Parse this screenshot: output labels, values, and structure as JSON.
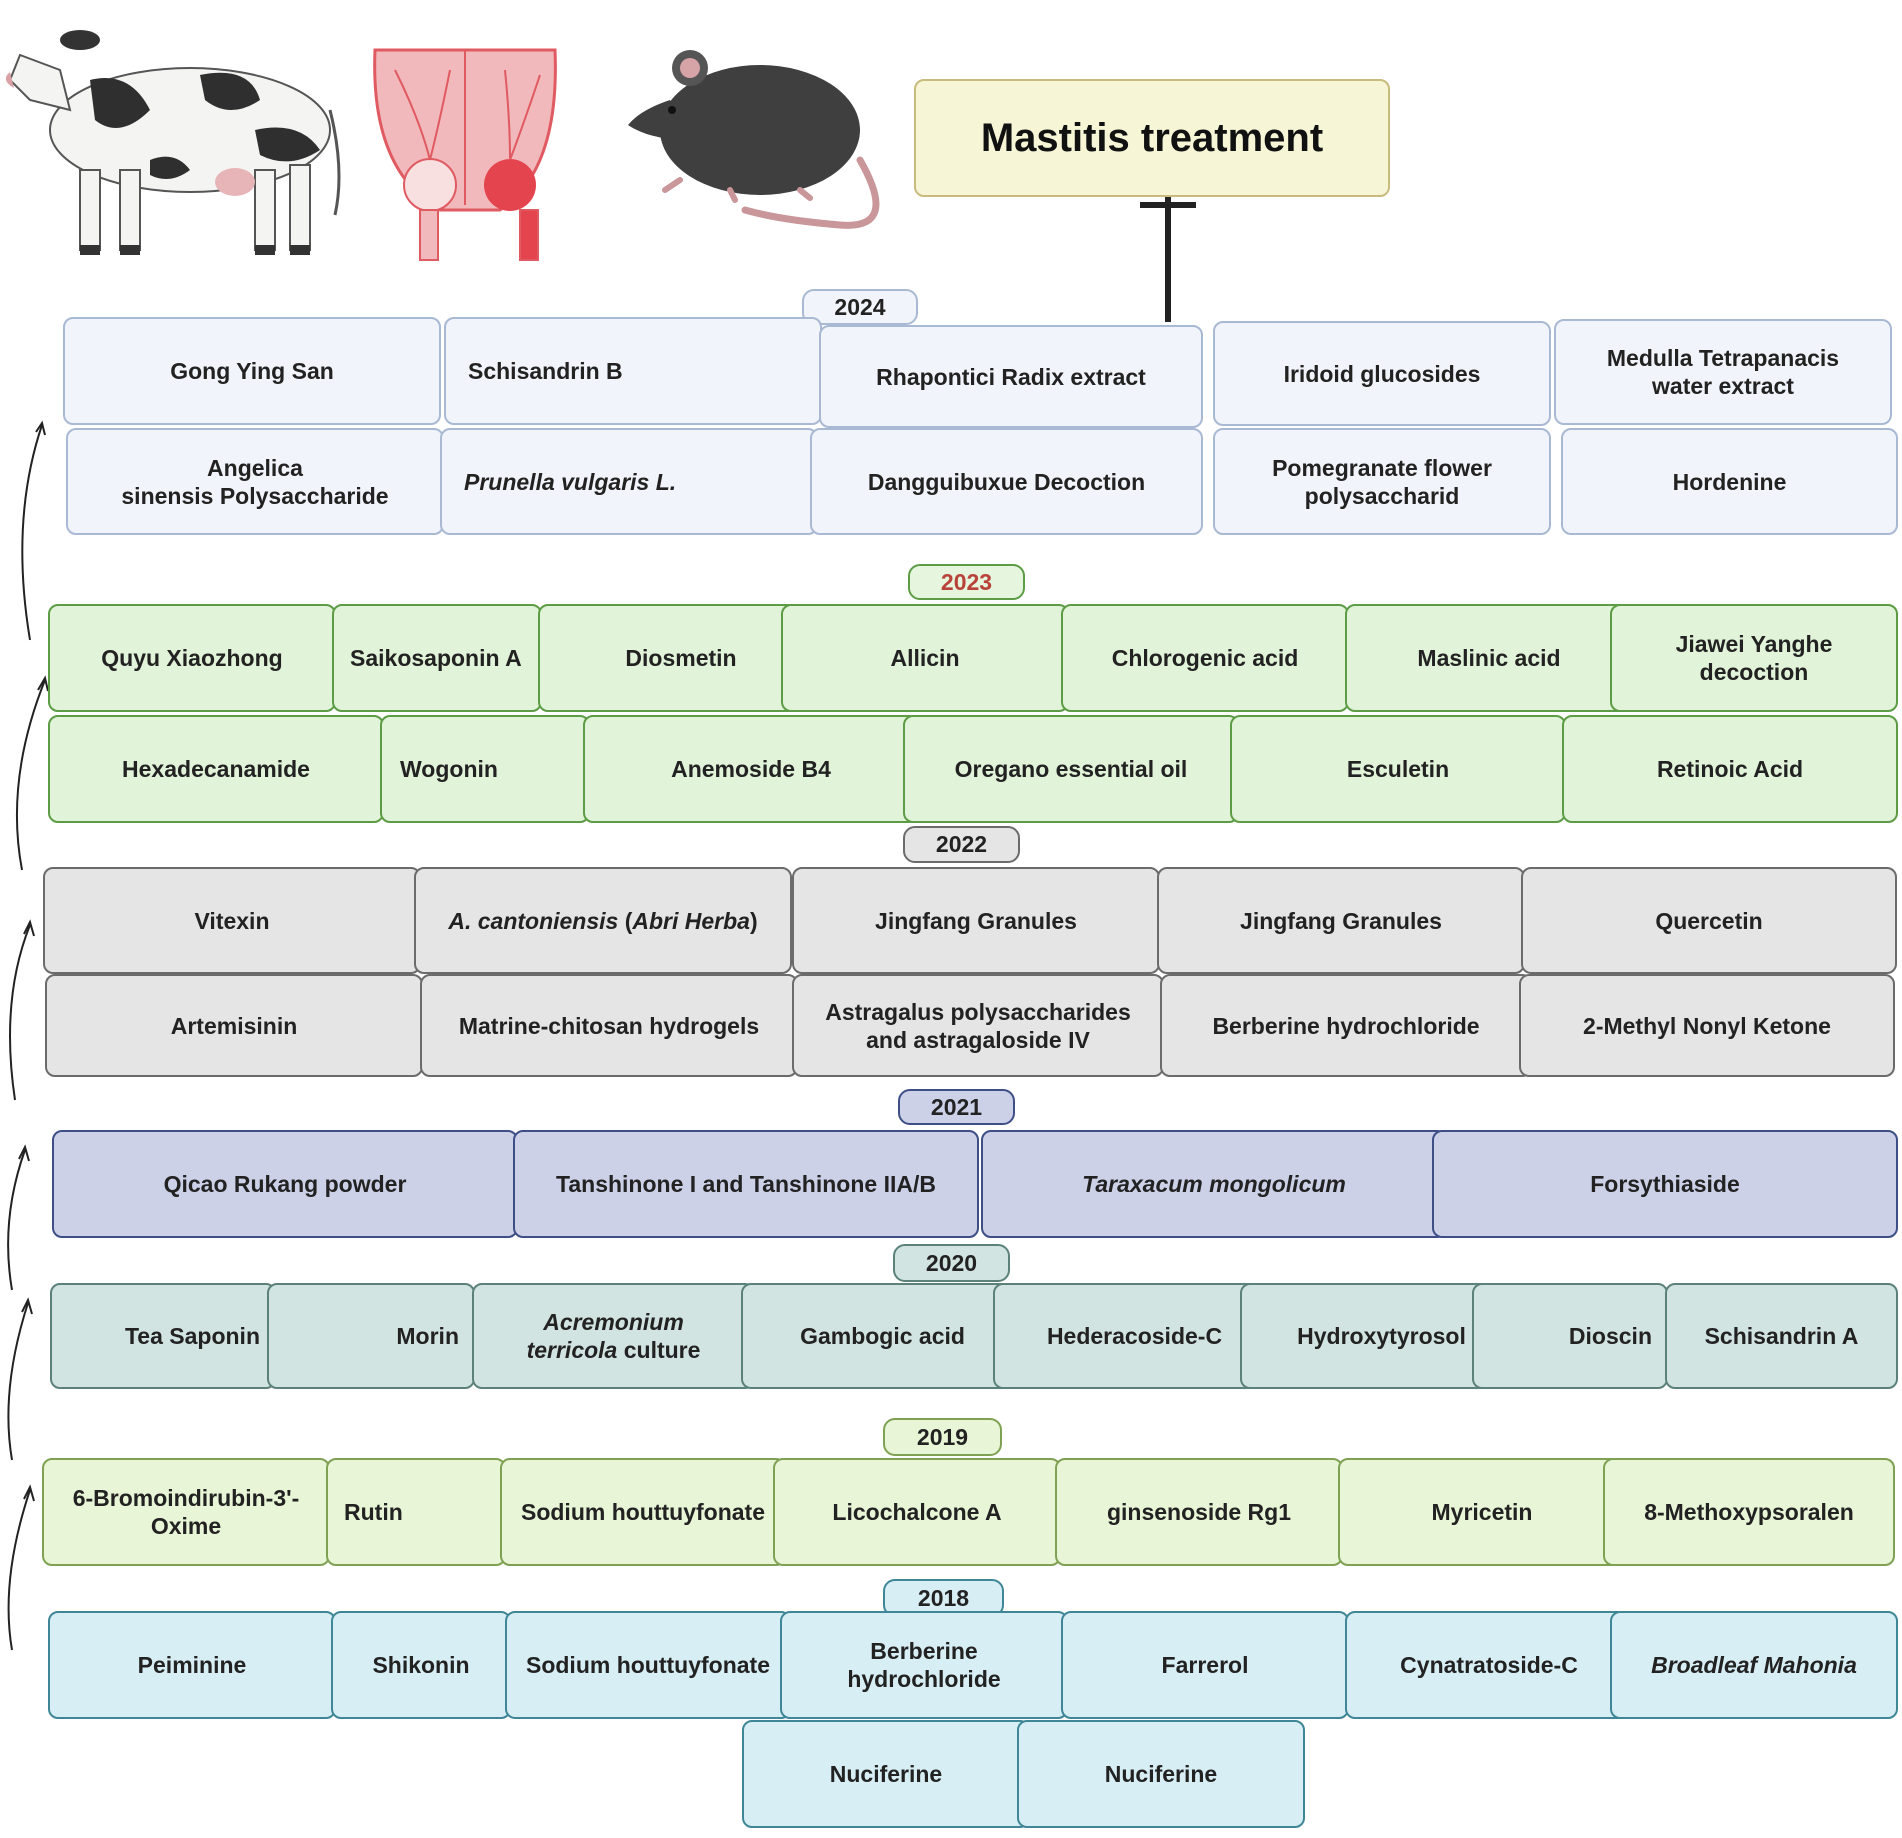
{
  "title": "Mastitis treatment",
  "years": [
    {
      "year": "2024",
      "items": [
        "Gong Ying San",
        "Schisandrin B",
        "Rhapontici Radix extract",
        "Iridoid glucosides",
        "Medulla Tetrapanacis\nwater extract",
        "Angelica\nsinensis Polysaccharide",
        "Prunella vulgaris L.",
        "Dangguibuxue Decoction",
        "Pomegranate flower\npolysaccharid",
        "Hordenine"
      ]
    },
    {
      "year": "2023",
      "items": [
        "Quyu Xiaozhong",
        "Saikosaponin A",
        "Diosmetin",
        "Allicin",
        "Chlorogenic acid",
        "Maslinic acid",
        "Jiawei Yanghe\ndecoction",
        "Hexadecanamide",
        "Wogonin",
        "Anemoside B4",
        "Oregano essential oil",
        "Esculetin",
        "Retinoic Acid"
      ]
    },
    {
      "year": "2022",
      "items": [
        "Vitexin",
        "A. cantoniensis",
        "Abri Herba",
        "Jingfang Granules",
        "Jingfang Granules",
        "Quercetin",
        "Artemisinin",
        "Matrine-chitosan hydrogels",
        "Astragalus polysaccharides\nand astragaloside IV",
        "Berberine hydrochloride",
        "2-Methyl Nonyl Ketone"
      ]
    },
    {
      "year": "2021",
      "items": [
        "Qicao Rukang powder",
        "Tanshinone I and Tanshinone IIA/B",
        "Taraxacum mongolicum",
        "Forsythiaside"
      ]
    },
    {
      "year": "2020",
      "items": [
        "Tea Saponin",
        "Morin",
        "Acremonium",
        "terricola",
        "culture",
        "Gambogic acid",
        "Hederacoside-C",
        "Hydroxytyrosol",
        "Dioscin",
        "Schisandrin A"
      ]
    },
    {
      "year": "2019",
      "items": [
        "6-Bromoindirubin-3'-\nOxime",
        "Rutin",
        "Sodium houttuyfonate",
        "Licochalcone A",
        "ginsenoside Rg1",
        "Myricetin",
        "8-Methoxypsoralen"
      ]
    },
    {
      "year": "2018",
      "items": [
        "Peiminine",
        "Shikonin",
        "Sodium houttuyfonate",
        "Berberine\nhydrochloride",
        "Farrerol",
        "Cynatratoside-C",
        "Broadleaf Mahonia",
        "Nuciferine",
        "Nuciferine"
      ]
    }
  ],
  "icons": [
    "cow-illustration",
    "udder-illustration",
    "mouse-illustration"
  ]
}
